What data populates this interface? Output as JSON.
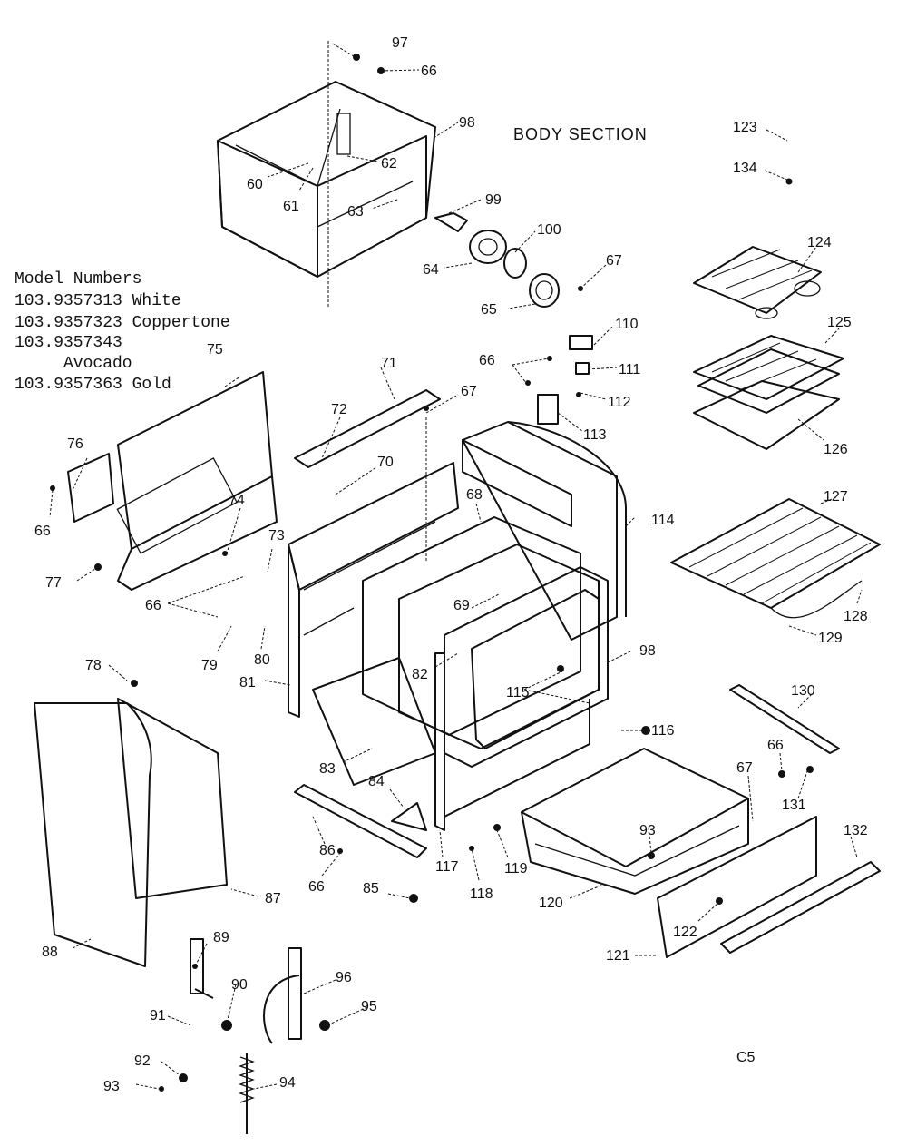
{
  "title": "BODY SECTION",
  "models": {
    "heading": "Model Numbers",
    "lines": [
      "103.9357313 White",
      "103.9357323 Coppertone",
      "103.9357343",
      "Avocado",
      "103.9357363 Gold"
    ]
  },
  "code": "C5",
  "callouts": [
    "97",
    "66",
    "98",
    "62",
    "60",
    "61",
    "63",
    "99",
    "100",
    "67",
    "64",
    "65",
    "123",
    "134",
    "124",
    "125",
    "126",
    "110",
    "111",
    "112",
    "113",
    "66",
    "75",
    "76",
    "66",
    "77",
    "71",
    "67",
    "72",
    "70",
    "68",
    "74",
    "73",
    "66",
    "79",
    "80",
    "114",
    "127",
    "128",
    "129",
    "69",
    "82",
    "98",
    "115",
    "116",
    "81",
    "78",
    "83",
    "84",
    "86",
    "66",
    "85",
    "117",
    "118",
    "119",
    "93",
    "120",
    "130",
    "66",
    "67",
    "131",
    "132",
    "122",
    "121",
    "87",
    "88",
    "89",
    "90",
    "96",
    "95",
    "91",
    "92",
    "93",
    "94"
  ]
}
